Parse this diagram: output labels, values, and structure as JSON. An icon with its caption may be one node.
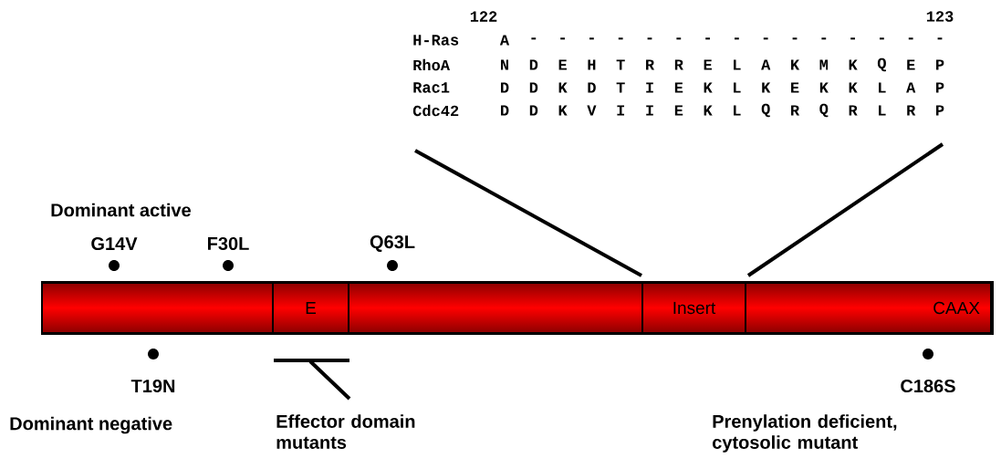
{
  "diagram": {
    "nodes": [
      {
        "text": [],
        "shape": "bar"
      },
      {
        "text": [],
        "shape": "box",
        "in": 0
      },
      {
        "text": [
          "E"
        ],
        "in": 0
      },
      {
        "text": [],
        "shape": "box",
        "in": 0
      },
      {
        "text": [
          "Insert"
        ],
        "in": 0
      },
      {
        "text": [
          "CAAX"
        ],
        "in": 0
      }
    ],
    "labels": [
      "122",
      "123",
      "H-Ras",
      "A",
      "-",
      "-",
      "-",
      "-",
      "-",
      "-",
      "-",
      "-",
      "-",
      "-",
      "-",
      "-",
      "-",
      "-",
      "-",
      "RhoA",
      "N",
      "D",
      "E",
      "H",
      "T",
      "R",
      "R",
      "E",
      "L",
      "A",
      "K",
      "M",
      "K",
      "Q",
      "E",
      "P",
      "Rac1",
      "D",
      "D",
      "K",
      "D",
      "T",
      "I",
      "E",
      "K",
      "L",
      "K",
      "E",
      "K",
      "K",
      "L",
      "A",
      "P",
      "Cdc42",
      "D",
      "D",
      "K",
      "V",
      "I",
      "I",
      "E",
      "K",
      "L",
      "Q",
      "R",
      "Q",
      "R",
      "L",
      "R",
      "P",
      "Dominant active",
      "G14V",
      "F30L",
      "Q63L",
      "T19N",
      "Dominant negative",
      "Effector domain mutants",
      "C186S",
      "Prenylation deficient, cytosolic mutant"
    ]
  }
}
